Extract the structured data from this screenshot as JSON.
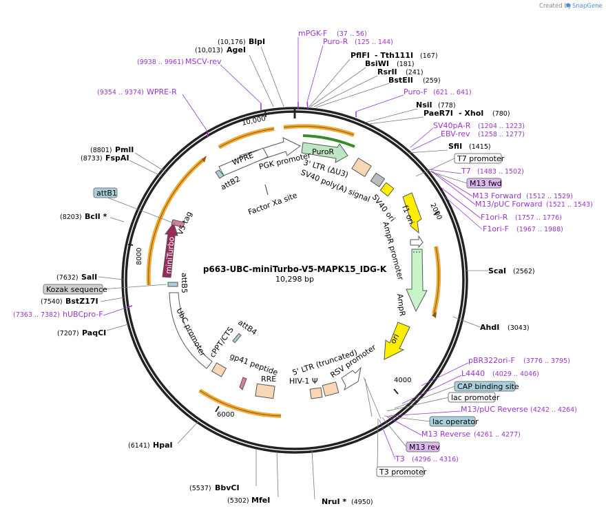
{
  "credit": "Created by",
  "brand": "SnapGene",
  "plasmid": {
    "name": "p663-UBC-miniTurbo-V5-MAPK15_IDG-K",
    "length": "10,298 bp"
  },
  "ticks": {
    "t2000": "2000",
    "t4000": "4000",
    "t6000": "6000",
    "t8000": "8000",
    "t10000": "10,000"
  },
  "enzymes": {
    "blpi": {
      "name": "BlpI",
      "pos": "(10,176)"
    },
    "agei": {
      "name": "AgeI",
      "pos": "(10,013)"
    },
    "pflfi": {
      "name": "PflFI",
      "name2": "- Tth111I",
      "pos": "(167)"
    },
    "bsiwi": {
      "name": "BsiWI",
      "pos": "(181)"
    },
    "rsrii": {
      "name": "RsrII",
      "pos": "(241)"
    },
    "bsteii": {
      "name": "BstEII",
      "pos": "(259)"
    },
    "nsii": {
      "name": "NsiI",
      "pos": "(778)"
    },
    "paer7i": {
      "name": "PaeR7I",
      "name2": "- XhoI",
      "pos": "(780)"
    },
    "sfii": {
      "name": "SfiI",
      "pos": "(1415)"
    },
    "scai": {
      "name": "ScaI",
      "pos": "(2562)"
    },
    "ahdi": {
      "name": "AhdI",
      "pos": "(3043)"
    },
    "nrui": {
      "name": "NruI *",
      "pos": "(4950)"
    },
    "mfei": {
      "name": "MfeI",
      "pos": "(5302)"
    },
    "bbvci": {
      "name": "BbvCI",
      "pos": "(5537)"
    },
    "hpai": {
      "name": "HpaI",
      "pos": "(6141)"
    },
    "paqci": {
      "name": "PaqCI",
      "pos": "(7207)"
    },
    "bstz17i": {
      "name": "BstZ17I",
      "pos": "(7540)"
    },
    "sali": {
      "name": "SalI",
      "pos": "(7632)"
    },
    "bcli": {
      "name": "BclI *",
      "pos": "(8203)"
    },
    "fspai": {
      "name": "FspAI",
      "pos": "(8733)"
    },
    "pmli": {
      "name": "PmlI",
      "pos": "(8801)"
    }
  },
  "primers": {
    "mpgkf": {
      "name": "mPGK-F",
      "pos": "(37 .. 56)"
    },
    "puror": {
      "name": "Puro-R",
      "pos": "(125 .. 144)"
    },
    "msculrev": {
      "name": "MSCV-rev",
      "pos": "(9938 .. 9961)"
    },
    "wprer": {
      "name": "WPRE-R",
      "pos": "(9354 .. 9374)"
    },
    "purof": {
      "name": "Puro-F",
      "pos": "(621 .. 641)"
    },
    "sv40par": {
      "name": "SV40pA-R",
      "pos": "(1204 .. 1223)"
    },
    "ebvrev": {
      "name": "EBV-rev",
      "pos": "(1258 .. 1277)"
    },
    "t7": {
      "name": "T7",
      "pos": "(1483 .. 1502)"
    },
    "m13fwd": {
      "name": "M13 Forward",
      "pos": "(1512 .. 1529)"
    },
    "m13pucfwd": {
      "name": "M13/pUC Forward",
      "pos": "(1521 .. 1543)"
    },
    "f1orir": {
      "name": "F1ori-R",
      "pos": "(1757 .. 1776)"
    },
    "f1orif": {
      "name": "F1ori-F",
      "pos": "(1967 .. 1988)"
    },
    "pbr322": {
      "name": "pBR322ori-F",
      "pos": "(3776 .. 3795)"
    },
    "l4440": {
      "name": "L4440",
      "pos": "(4029 .. 4046)"
    },
    "m13pucrev": {
      "name": "M13/pUC Reverse",
      "pos": "(4242 .. 4264)"
    },
    "m13rev": {
      "name": "M13 Reverse",
      "pos": "(4261 .. 4277)"
    },
    "t3": {
      "name": "T3",
      "pos": "(4296 .. 4316)"
    },
    "hubc": {
      "name": "hUBCpro-F",
      "pos": "(7363 .. 7382)"
    }
  },
  "boxes": {
    "t7promoter": "T7 promoter",
    "m13fwdbox": "M13 fwd",
    "attb1": "attB1",
    "kozak": "Kozak sequence",
    "capsite": "CAP binding site",
    "lacpromoter": "lac promoter",
    "lacoperator": "lac operator",
    "m13revbox": "M13 rev",
    "t3promoter": "T3 promoter"
  },
  "features": {
    "puror": "PuroR",
    "pgk": "PGK promoter",
    "wpre": "WPRE",
    "attb2": "attB2",
    "ltr3": "3' LTR (ΔU3)",
    "sv40polya": "SV40 poly(A) signal",
    "sv40ori": "SV40 ori",
    "f1ori": "f1 ori",
    "ampr_promoter": "AmpR promoter",
    "ampr": "AmpR",
    "ori": "ori",
    "rsv": "RSV promoter",
    "ltr5": "5' LTR (truncated)",
    "hiv": "HIV-1 Ψ",
    "rre": "RRE",
    "gp41": "gp41 peptide",
    "cppt": "cPPT/CTS",
    "ubc": "UbC promoter",
    "attb4": "attB4",
    "attb5": "attB5",
    "miniturbo": "miniTurbo",
    "v5": "V5 tag",
    "factorxa": "Factor Xa site"
  },
  "colors": {
    "backbone": "#222222",
    "orf_orange": "#f0a830",
    "primer": "#9933cc",
    "puror": "#bfe6c4",
    "ampr": "#c8f5c8",
    "ori_yellow": "#ffee00",
    "ltr": "#f9d6b5",
    "miniturbo": "#9b2a5a",
    "attb_blue": "#a8d0dc",
    "box_purple": "#ddb8ee",
    "box_grey": "#d0d0d0"
  }
}
